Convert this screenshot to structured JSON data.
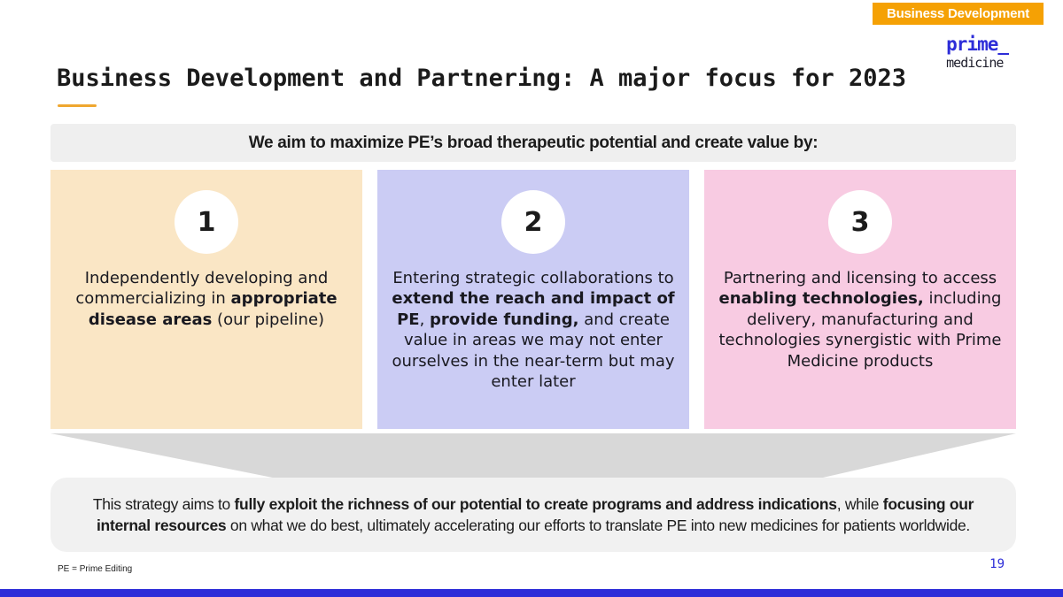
{
  "badge": {
    "label": "Business Development"
  },
  "logo": {
    "name": "prime_",
    "subname": "medicine"
  },
  "header": {
    "title": "Business Development and Partnering: A major focus for 2023"
  },
  "banner": {
    "text": "We aim to maximize PE’s broad therapeutic potential and create value by:"
  },
  "pillars": [
    {
      "number": "1",
      "segments": [
        {
          "t": "Independently developing and commercializing in "
        },
        {
          "t": "appropriate disease areas",
          "b": true
        },
        {
          "t": " (our pipeline)"
        }
      ]
    },
    {
      "number": "2",
      "segments": [
        {
          "t": "Entering strategic collaborations to "
        },
        {
          "t": "extend the reach and impact of PE",
          "b": true
        },
        {
          "t": ", "
        },
        {
          "t": "provide funding,",
          "b": true
        },
        {
          "t": " and create value in areas we may not enter ourselves in the near-term but may enter later"
        }
      ]
    },
    {
      "number": "3",
      "segments": [
        {
          "t": "Partnering and licensing to access "
        },
        {
          "t": "enabling technologies,",
          "b": true
        },
        {
          "t": " including delivery, manufacturing and technologies synergistic with Prime Medicine products"
        }
      ]
    }
  ],
  "summary": {
    "segments": [
      {
        "t": "This strategy aims to "
      },
      {
        "t": "fully exploit the richness of our potential to create programs and address indications",
        "b": true
      },
      {
        "t": ", while "
      },
      {
        "t": "focusing our internal resources",
        "b": true
      },
      {
        "t": " on what we do best, ultimately accelerating our efforts to translate PE into new medicines for patients worldwide."
      }
    ]
  },
  "footer": {
    "note": "PE = Prime Editing",
    "page_number": "19"
  },
  "colors": {
    "accent_orange": "#F5A104",
    "underline_gold": "#EFA72F",
    "logo_blue": "#2D2DD8",
    "pillar_cream": "#FAE6C5",
    "pillar_lavender": "#CBCCF4",
    "pillar_pink": "#F8CBE2",
    "funnel_gray": "#D8D8D8",
    "panel_gray": "#EFEFEF",
    "summary_gray": "#F1F1F1",
    "bottom_bar_blue": "#2D2DD8"
  }
}
